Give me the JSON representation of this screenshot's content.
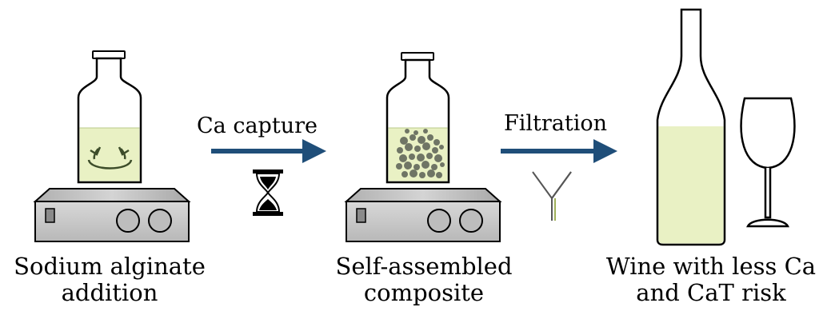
{
  "steps": [
    {
      "line1": "Sodium alginate",
      "line2": "addition"
    },
    {
      "line1": "Self-assembled",
      "line2": "composite"
    },
    {
      "line1": "Wine with less Ca",
      "line2": "and CaT risk"
    }
  ],
  "arrows": [
    {
      "label": "Ca capture",
      "icon": "hourglass-icon"
    },
    {
      "label": "Filtration",
      "icon": "funnel-icon"
    }
  ],
  "colors": {
    "liquid": "#e9f1c4",
    "arrow": "#1f4e79",
    "particles": "#6f7565",
    "stirrer_body": "#c9c9c9",
    "stirrer_top": "#bdbdbd"
  }
}
